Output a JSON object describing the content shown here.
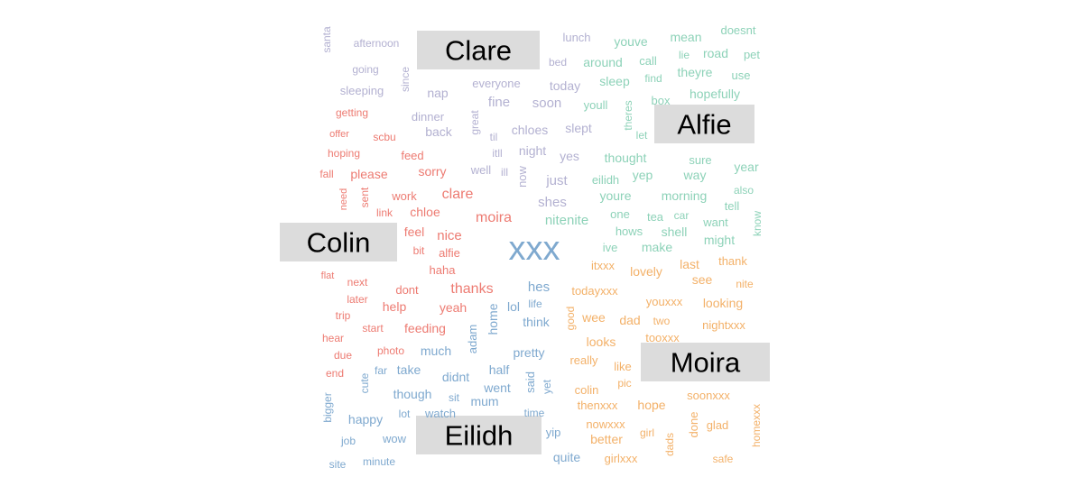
{
  "chart_data": {
    "type": "wordcloud",
    "title": "",
    "center_word": "xxx",
    "colors": {
      "Clare": "#b3b1d1",
      "Alfie": "#8dd2b8",
      "Colin": "#ed7b72",
      "Moira": "#f3b169",
      "Eilidh": "#7fa9cf",
      "label_box": "#dcdcdc"
    },
    "sectors": [
      {
        "name": "Clare",
        "words": [
          "santa",
          "afternoon",
          "going",
          "sleeping",
          "since",
          "nap",
          "dinner",
          "back",
          "great",
          "til",
          "itll",
          "ill",
          "now",
          "well",
          "chloes",
          "night",
          "everyone",
          "today",
          "fine",
          "soon",
          "lunch",
          "bed",
          "slept",
          "yes",
          "just",
          "shes"
        ]
      },
      {
        "name": "Alfie",
        "words": [
          "youve",
          "mean",
          "doesnt",
          "lie",
          "road",
          "pet",
          "around",
          "call",
          "theyre",
          "use",
          "sleep",
          "find",
          "hopefully",
          "youll",
          "box",
          "theres",
          "let",
          "thought",
          "sure",
          "year",
          "eilidh",
          "yep",
          "way",
          "also",
          "youre",
          "morning",
          "tell",
          "nitenite",
          "one",
          "tea",
          "car",
          "want",
          "know",
          "hows",
          "shell",
          "might",
          "ive",
          "make"
        ]
      },
      {
        "name": "Colin",
        "words": [
          "getting",
          "offer",
          "scbu",
          "hoping",
          "feed",
          "fall",
          "please",
          "sorry",
          "need",
          "sent",
          "work",
          "link",
          "clare",
          "chloe",
          "moira",
          "feel",
          "nice",
          "bit",
          "alfie",
          "haha",
          "flat",
          "next",
          "thanks",
          "dont",
          "later",
          "help",
          "yeah",
          "trip",
          "start",
          "feeding",
          "hear",
          "due",
          "photo",
          "end"
        ]
      },
      {
        "name": "Moira",
        "words": [
          "itxxx",
          "lovely",
          "last",
          "thank",
          "see",
          "nite",
          "todayxxx",
          "youxxx",
          "looking",
          "good",
          "wee",
          "dad",
          "two",
          "nightxxx",
          "looks",
          "tooxxx",
          "really",
          "like",
          "pic",
          "colin",
          "soonxxx",
          "thenxxx",
          "hope",
          "nowxxx",
          "glad",
          "better",
          "girl",
          "done",
          "homexxx",
          "dads",
          "girlxxx",
          "safe"
        ]
      },
      {
        "name": "Eilidh",
        "words": [
          "hes",
          "lol",
          "life",
          "home",
          "think",
          "adam",
          "much",
          "pretty",
          "cute",
          "far",
          "take",
          "half",
          "didnt",
          "said",
          "yet",
          "though",
          "sit",
          "went",
          "mum",
          "bigger",
          "watch",
          "time",
          "happy",
          "lot",
          "job",
          "wow",
          "yip",
          "site",
          "minute",
          "quite"
        ]
      }
    ]
  }
}
